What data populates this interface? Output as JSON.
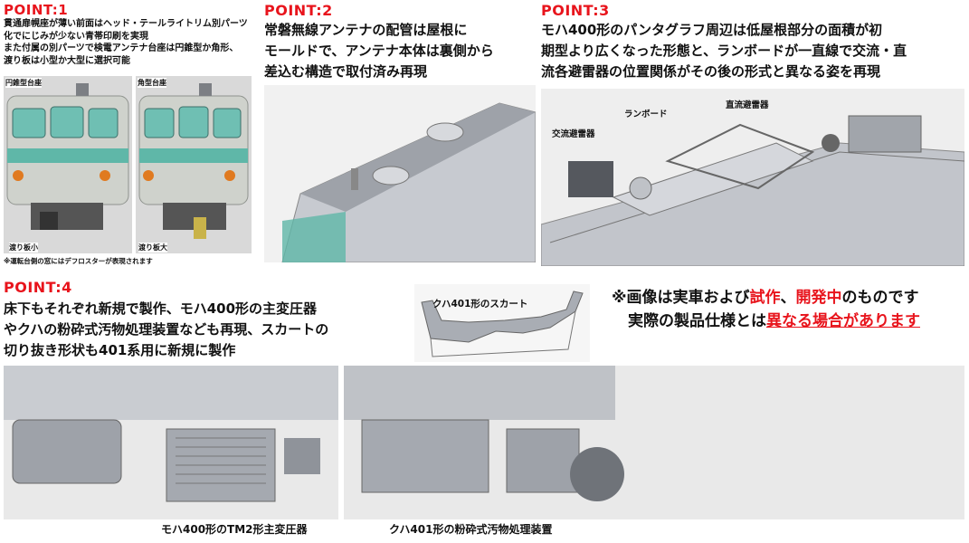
{
  "point1": {
    "title": "POINT:1",
    "lines": [
      "貫通扉幌座が薄い前面はヘッド・テールライトリム別パーツ",
      "化でにじみが少ない青帯印刷を実現",
      "また付属の別パーツで検電アンテナ台座は円錐型か角形、",
      "渡り板は小型か大型に選択可能"
    ],
    "labels": {
      "cone_base": "円錐型台座",
      "square_base": "角型台座",
      "small_plate": "渡り板小",
      "large_plate": "渡り板大"
    },
    "note": "※運転台側の窓にはデフロスターが表現されます"
  },
  "point2": {
    "title": "POINT:2",
    "lines": [
      "常磐無線アンテナの配管は屋根に",
      "モールドで、アンテナ本体は裏側から",
      "差込む構造で取付済み再現"
    ]
  },
  "point3": {
    "title": "POINT:3",
    "lines": [
      "モハ400形のパンタグラフ周辺は低屋根部分の面積が初",
      "期型より広くなった形態と、ランボードが一直線で交流・直",
      "流各避雷器の位置関係がその後の形式と異なる姿を再現"
    ],
    "labels": {
      "runboard": "ランボード",
      "dc_arrester": "直流避雷器",
      "ac_arrester": "交流避雷器"
    }
  },
  "point4": {
    "title": "POINT:4",
    "lines": [
      "床下もそれぞれ新規で製作、モハ400形の主変圧器",
      "やクハの粉砕式汚物処理装置なども再現、スカートの",
      "切り抜き形状も401系用に新規に製作"
    ],
    "skirt_label": "クハ401形のスカート",
    "caption_left": "モハ400形のTM2形主変圧器",
    "caption_right": "クハ401形の粉砕式汚物処理装置"
  },
  "disclaimer": {
    "l1_a": "※画像は実車および",
    "l1_b": "試作",
    "l1_c": "、",
    "l1_d": "開発中",
    "l1_e": "のものです",
    "l2_a": "実際の製品仕様とは",
    "l2_b": "異なる場合があります"
  },
  "colors": {
    "accent_red": "#e8141c",
    "train_teal": "#5fb7a8",
    "cad_grey": "#a9adb4"
  }
}
